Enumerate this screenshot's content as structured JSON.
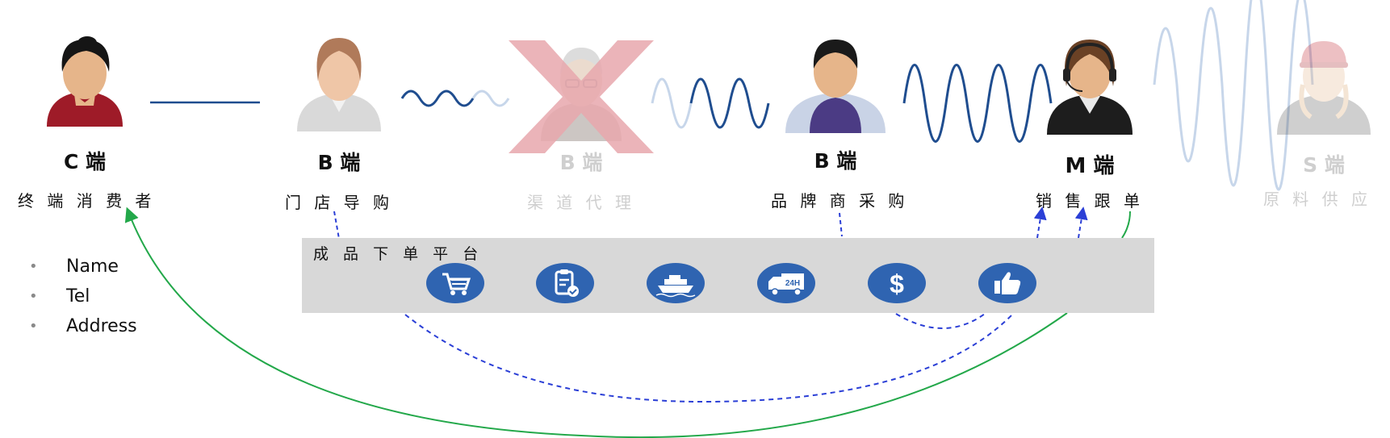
{
  "actors": [
    {
      "tag": "C 端",
      "role": "终 端 消 费 者",
      "faded": false
    },
    {
      "tag": "B 端",
      "role": "门 店 导 购",
      "faded": false
    },
    {
      "tag": "B 端",
      "role": "渠 道 代 理",
      "faded": true,
      "crossed": true
    },
    {
      "tag": "B 端",
      "role": "品 牌 商 采 购",
      "faded": false
    },
    {
      "tag": "M 端",
      "role": "销 售 跟 单",
      "faded": false
    },
    {
      "tag": "S 端",
      "role": "原 料 供 应",
      "faded": true
    }
  ],
  "consumer_fields": [
    "Name",
    "Tel",
    "Address"
  ],
  "platform": {
    "title": "成 品 下 单 平 台",
    "steps": [
      {
        "icon": "shopping-cart-icon"
      },
      {
        "icon": "clipboard-check-icon"
      },
      {
        "icon": "ship-icon"
      },
      {
        "icon": "delivery-truck-24h-icon",
        "label": "24H"
      },
      {
        "icon": "dollar-icon",
        "label": "$"
      },
      {
        "icon": "thumbs-up-icon"
      }
    ]
  },
  "colors": {
    "accent": "#2f64b1",
    "wave": "#1f4d8f",
    "faded_wave": "#c7d6ea",
    "green": "#23a84a",
    "dashed": "#2b3fd6",
    "cross": "#e7a7ad",
    "platform_bg": "#d8d8d8"
  }
}
